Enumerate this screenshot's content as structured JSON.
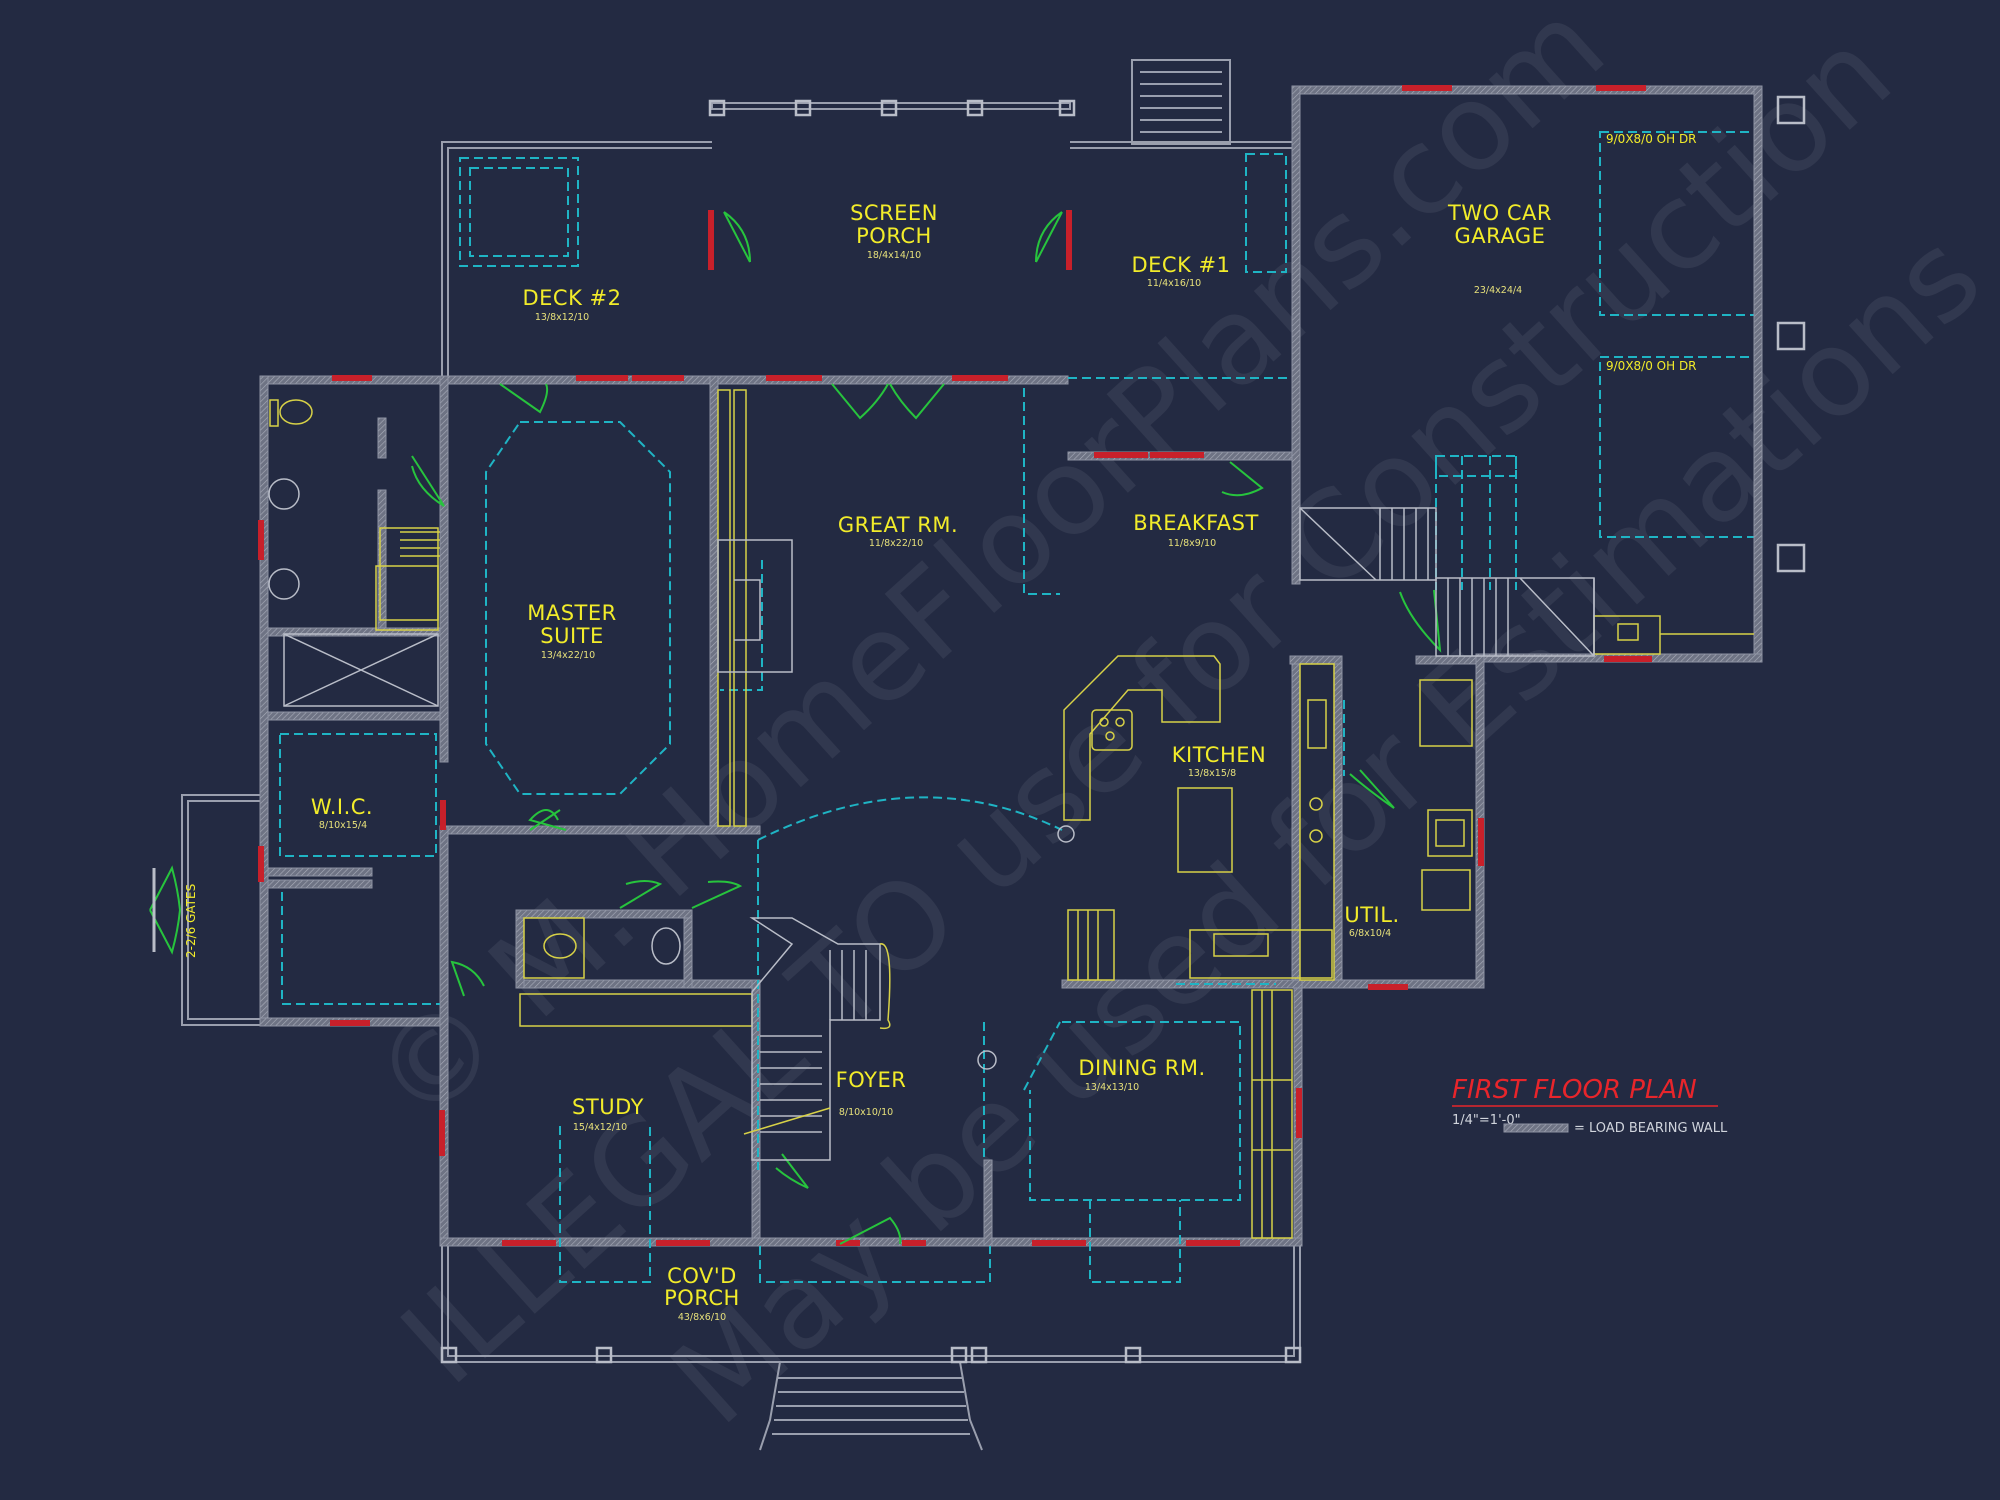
{
  "plan": {
    "title": "FIRST FLOOR PLAN",
    "scale": "1/4\"=1'-0\"",
    "legend": "= LOAD BEARING WALL"
  },
  "watermark": {
    "line1": "© M. HomeFloorPlans.com",
    "line2": "ILLEGAL TO use for Construction",
    "line3": "May be used for Estimations"
  },
  "rooms": [
    {
      "key": "screen_porch",
      "name": "SCREEN",
      "name2": "PORCH",
      "dim": "18/4x14/10"
    },
    {
      "key": "deck2",
      "name": "DECK #2",
      "dim": "13/8x12/10"
    },
    {
      "key": "deck1",
      "name": "DECK #1",
      "dim": "11/4x16/10"
    },
    {
      "key": "garage",
      "name": "TWO CAR",
      "name2": "GARAGE",
      "dim": "23/4x24/4"
    },
    {
      "key": "great",
      "name": "GREAT RM.",
      "dim": "11/8x22/10"
    },
    {
      "key": "breakfast",
      "name": "BREAKFAST",
      "dim": "11/8x9/10"
    },
    {
      "key": "master",
      "name": "MASTER",
      "name2": "SUITE",
      "dim": "13/4x22/10"
    },
    {
      "key": "kitchen",
      "name": "KITCHEN",
      "dim": "13/8x15/8"
    },
    {
      "key": "wic",
      "name": "W.I.C.",
      "dim": "8/10x15/4"
    },
    {
      "key": "util",
      "name": "UTIL.",
      "dim": "6/8x10/4"
    },
    {
      "key": "study",
      "name": "STUDY",
      "dim": "15/4x12/10"
    },
    {
      "key": "foyer",
      "name": "FOYER",
      "dim": "8/10x10/10"
    },
    {
      "key": "dining",
      "name": "DINING RM.",
      "dim": "13/4x13/10"
    },
    {
      "key": "porch",
      "name": "COV'D",
      "name2": "PORCH",
      "dim": "43/8x6/10"
    }
  ],
  "labels": {
    "oh_door_1": "9/0X8/0 OH DR",
    "oh_door_2": "9/0X8/0 OH DR",
    "gates": "2-2/6 GATES"
  },
  "colors": {
    "background": "#232a42",
    "wall": "#8e93a3",
    "room_text": "#f2ec2a",
    "window": "#c8202a",
    "dashed": "#1fb4c4",
    "door": "#27c43d",
    "title": "#e8252b"
  }
}
